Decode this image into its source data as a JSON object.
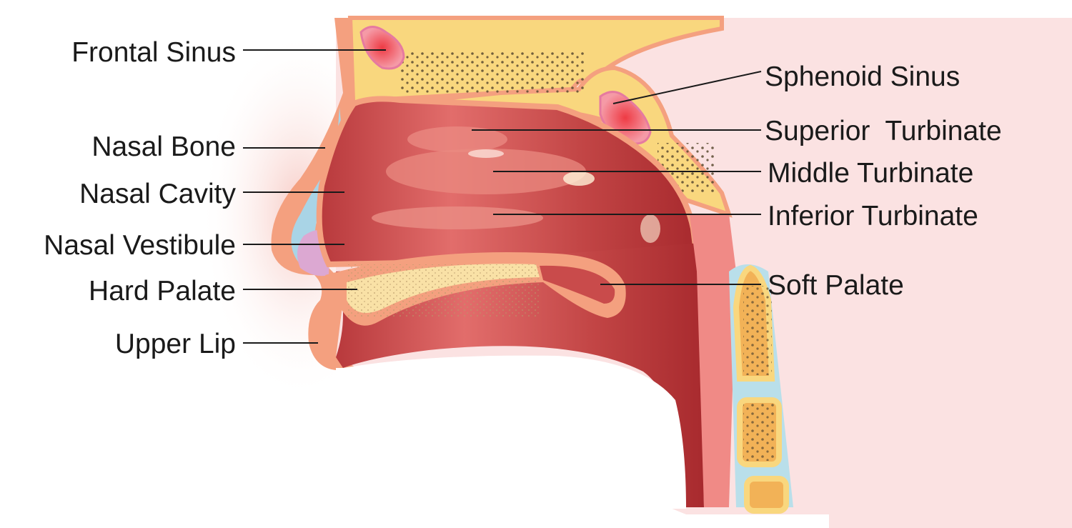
{
  "labels": {
    "frontal_sinus": "Frontal Sinus",
    "nasal_bone": "Nasal Bone",
    "nasal_cavity": "Nasal Cavity",
    "nasal_vestibule": "Nasal Vestibule",
    "hard_palate": "Hard Palate",
    "upper_lip": "Upper Lip",
    "sphenoid_sinus": "Sphenoid Sinus",
    "superior_turbinate": "Superior  Turbinate",
    "middle_turbinate": "Middle Turbinate",
    "inferior_turbinate": "Inferior Turbinate",
    "soft_palate": "Soft Palate"
  },
  "colors": {
    "skin": "#fbe2e2",
    "tissue": "#f4a07f",
    "bone": "#f9d77e",
    "cavity_dark": "#b93a3a",
    "cavity_light": "#e87070",
    "sinus": "#ef5a63",
    "vertebra": "#f2b257",
    "disc": "#b9dfea",
    "vestibule": "#dca8d2"
  }
}
